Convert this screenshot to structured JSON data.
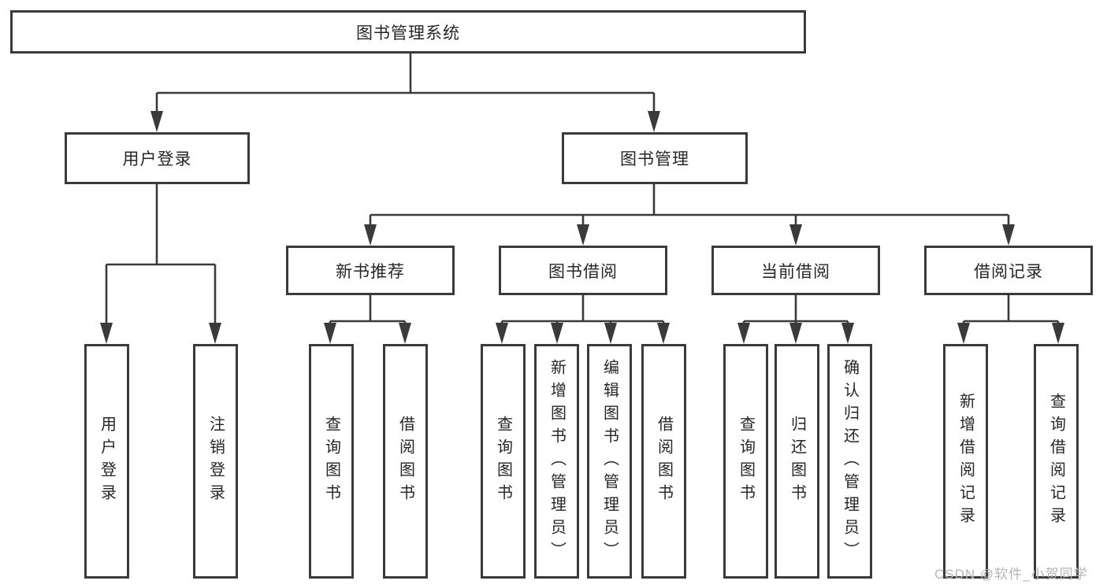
{
  "diagram": {
    "title_node": {
      "label": "图书管理系统"
    },
    "level2": [
      {
        "id": "user-login",
        "label": "用户登录",
        "parent": "图书管理系统"
      },
      {
        "id": "book-management",
        "label": "图书管理",
        "parent": "图书管理系统"
      }
    ],
    "level3": [
      {
        "id": "new-book-recommend",
        "label": "新书推荐",
        "parent": "图书管理"
      },
      {
        "id": "book-borrow",
        "label": "图书借阅",
        "parent": "图书管理"
      },
      {
        "id": "current-borrow",
        "label": "当前借阅",
        "parent": "图书管理"
      },
      {
        "id": "borrow-records",
        "label": "借阅记录",
        "parent": "图书管理"
      }
    ],
    "leaves": [
      {
        "label": "用户登录",
        "parent": "用户登录"
      },
      {
        "label": "注销登录",
        "parent": "用户登录"
      },
      {
        "label": "查询图书",
        "parent": "新书推荐"
      },
      {
        "label": "借阅图书",
        "parent": "新书推荐"
      },
      {
        "label": "查询图书",
        "parent": "图书借阅"
      },
      {
        "label": "新增图书（管理员）",
        "parent": "图书借阅"
      },
      {
        "label": "编辑图书（管理员）",
        "parent": "图书借阅"
      },
      {
        "label": "借阅图书",
        "parent": "图书借阅"
      },
      {
        "label": "查询图书",
        "parent": "当前借阅"
      },
      {
        "label": "归还图书",
        "parent": "当前借阅"
      },
      {
        "label": "确认归还（管理员）",
        "parent": "当前借阅"
      },
      {
        "label": "新增借阅记录",
        "parent": "借阅记录"
      },
      {
        "label": "查询借阅记录",
        "parent": "借阅记录"
      }
    ],
    "watermark": "CSDN @软件_小贺同学",
    "colors": {
      "line": "#3a3a3a",
      "box_border": "#3a3a3a",
      "text": "#262626",
      "watermark": "#b5b5b5",
      "background": "#ffffff"
    }
  }
}
